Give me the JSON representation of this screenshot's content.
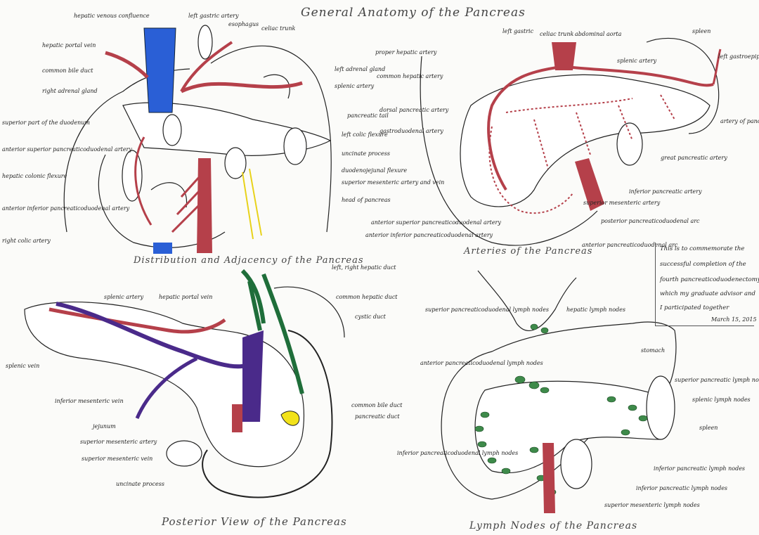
{
  "titles": {
    "main": "General Anatomy of the Pancreas",
    "panel1": "Distribution and Adjacency of the Pancreas",
    "panel2": "Arteries of the Pancreas",
    "panel3": "Posterior View of the Pancreas",
    "panel4": "Lymph Nodes of the Pancreas"
  },
  "panel1_labels": {
    "hepatic_venous": "hepatic venous confluence",
    "left_gastric": "left gastric artery",
    "esophagus": "esophagus",
    "celiac": "celiac trunk",
    "portal": "hepatic portal vein",
    "cbd": "common bile duct",
    "r_adrenal": "right adrenal gland",
    "l_adrenal": "left adrenal gland",
    "splenic_a": "splenic artery",
    "duodenum": "superior part of the duodenum",
    "tail": "pancreatic tail",
    "left_colic": "left colic flexure",
    "sup_pd": "anterior superior pancreaticoduodenal artery",
    "uncinate": "uncinate process",
    "duodenojejunal": "duodenojejunal flexure",
    "hepatic_flex": "hepatic colonic flexure",
    "sma_smv": "superior mesenteric artery and vein",
    "head": "head of pancreas",
    "inf_pd": "anterior inferior pancreaticoduodenal artery",
    "right_colic": "right colic artery"
  },
  "panel2_labels": {
    "l_gastric": "left gastric",
    "celiac": "celiac trunk",
    "aorta": "abdominal aorta",
    "spleen": "spleen",
    "proper_hepatic": "proper hepatic artery",
    "common_hepatic": "common hepatic artery",
    "splenic": "splenic artery",
    "l_gastroepi": "left gastroepiploic artery",
    "dorsal": "dorsal pancreatic artery",
    "gastroduodenal": "gastroduodenal artery",
    "caudal": "artery of pancreatic tail",
    "great_panc": "great pancreatic artery",
    "inf_panc": "inferior pancreatic artery",
    "sma": "superior mesenteric artery",
    "ant_sup": "anterior superior pancreaticoduodenal artery",
    "ant_inf": "anterior inferior pancreaticoduodenal artery",
    "post_arc": "posterior pancreaticoduodenal arc",
    "ant_arc": "anterior pancreaticoduodenal arc"
  },
  "panel3_labels": {
    "lr_hepatic": "left, right hepatic duct",
    "splenic_a": "splenic artery",
    "portal": "hepatic portal vein",
    "common_hepatic_duct": "common hepatic duct",
    "cystic": "cystic duct",
    "splenic_v": "splenic vein",
    "imv": "inferior mesenteric vein",
    "cbd": "common bile duct",
    "panc_duct": "pancreatic duct",
    "jejunum": "jejunum",
    "sma": "superior mesenteric artery",
    "smv": "superior mesenteric vein",
    "uncinate": "uncinate process"
  },
  "panel4_labels": {
    "sup_pd": "superior pancreaticoduodenal lymph nodes",
    "hepatic": "hepatic lymph nodes",
    "stomach": "stomach",
    "ant_pd": "anterior pancreaticoduodenal lymph nodes",
    "sup_panc": "superior pancreatic lymph nodes",
    "splenic": "splenic lymph nodes",
    "spleen": "spleen",
    "inf_pd": "inferior pancreaticoduodenal lymph nodes",
    "inf_panc_1": "inferior pancreatic lymph nodes",
    "inf_panc_2": "inferior pancreatic lymph nodes",
    "sup_mes": "superior mesenteric lymph nodes"
  },
  "note": {
    "line1": "This is to commemorate the",
    "line2": "successful completion of the",
    "line3": "fourth pancreaticoduodenectomy in",
    "line4": "which my graduate advisor and",
    "line5": "I participated together",
    "date": "March 15, 2015"
  },
  "colors": {
    "artery": "#b5404a",
    "vein_blue": "#2a5fd6",
    "vein_purple": "#4a2a8a",
    "bile_green": "#1f6e3a",
    "duct_yellow": "#f2e21a",
    "lymph": "#3e8a4a"
  }
}
